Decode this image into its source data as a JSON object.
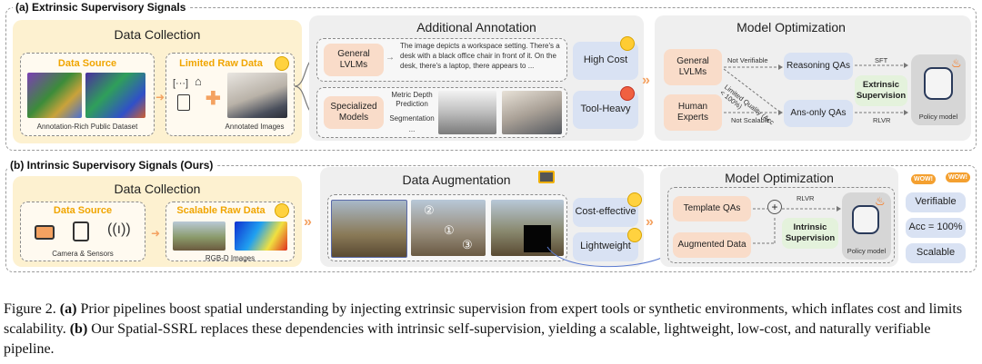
{
  "panel_a": {
    "label": "(a) Extrinsic Supervisory Signals",
    "data_collection": {
      "title": "Data Collection",
      "data_source": "Data Source",
      "limited_raw": "Limited Raw Data",
      "dataset_caption": "Annotation-Rich Public Dataset",
      "annotated_caption": "Annotated Images",
      "bracket_icon": "[···]"
    },
    "additional_annotation": {
      "title": "Additional Annotation",
      "general_lvlms": "General LVLMs",
      "description": "The image depicts a workspace setting. There's a desk with a black office chair in front of it. On the desk, there's a laptop, there appears to ...",
      "specialized_models": "Specialized Models",
      "metric_depth": "Metric Depth Prediction",
      "segmentation": "Segmentation",
      "ellipsis": "...",
      "high_cost": "High Cost",
      "tool_heavy": "Tool-Heavy"
    },
    "model_optimization": {
      "title": "Model Optimization",
      "general_lvlms": "General LVLMs",
      "human_experts": "Human Experts",
      "not_verifiable": "Not Verifiable",
      "not_scalable": "Not Scalable",
      "limited_quality": "Limited Quality (Acc < 100%)",
      "reasoning_qas": "Reasoning QAs",
      "ans_only_qas": "Ans-only QAs",
      "sft": "SFT",
      "rlvr": "RLVR",
      "extrinsic_supervision": "Extrinsic Supervision",
      "policy_model": "Policy model"
    }
  },
  "panel_b": {
    "label": "(b) Intrinsic Supervisory Signals (Ours)",
    "data_collection": {
      "title": "Data Collection",
      "data_source": "Data Source",
      "scalable_raw": "Scalable Raw Data",
      "camera_caption": "Camera & Sensors",
      "rgbd_caption": "RGB-D Images"
    },
    "data_augmentation": {
      "title": "Data Augmentation",
      "cost_effective": "Cost-effective",
      "lightweight": "Lightweight",
      "num1": "①",
      "num2": "②",
      "num3": "③"
    },
    "model_optimization": {
      "title": "Model Optimization",
      "template_qas": "Template QAs",
      "augmented_data": "Augmented Data",
      "plus": "+",
      "rlvr": "RLVR",
      "intrinsic_supervision": "Intrinsic Supervision",
      "policy_model": "Policy model",
      "verifiable": "Verifiable",
      "acc": "Acc = 100%",
      "scalable": "Scalable",
      "wow": "WOW!"
    }
  },
  "caption": {
    "fig": "Figure 2.",
    "a_tag": "(a)",
    "a_text": "Prior pipelines boost spatial understanding by injecting extrinsic supervision from expert tools or synthetic environments, which inflates cost and limits scalability.",
    "b_tag": "(b)",
    "b_text": "Our Spatial-SSRL replaces these dependencies with intrinsic self-supervision, yielding a scalable, lightweight, low-cost, and naturally verifiable pipeline."
  },
  "colors": {
    "accent_orange": "#f0a500",
    "peach": "#f9dcc9",
    "blue": "#d9e2f3",
    "green": "#e4f2dc",
    "cream": "#fdf1d0"
  }
}
